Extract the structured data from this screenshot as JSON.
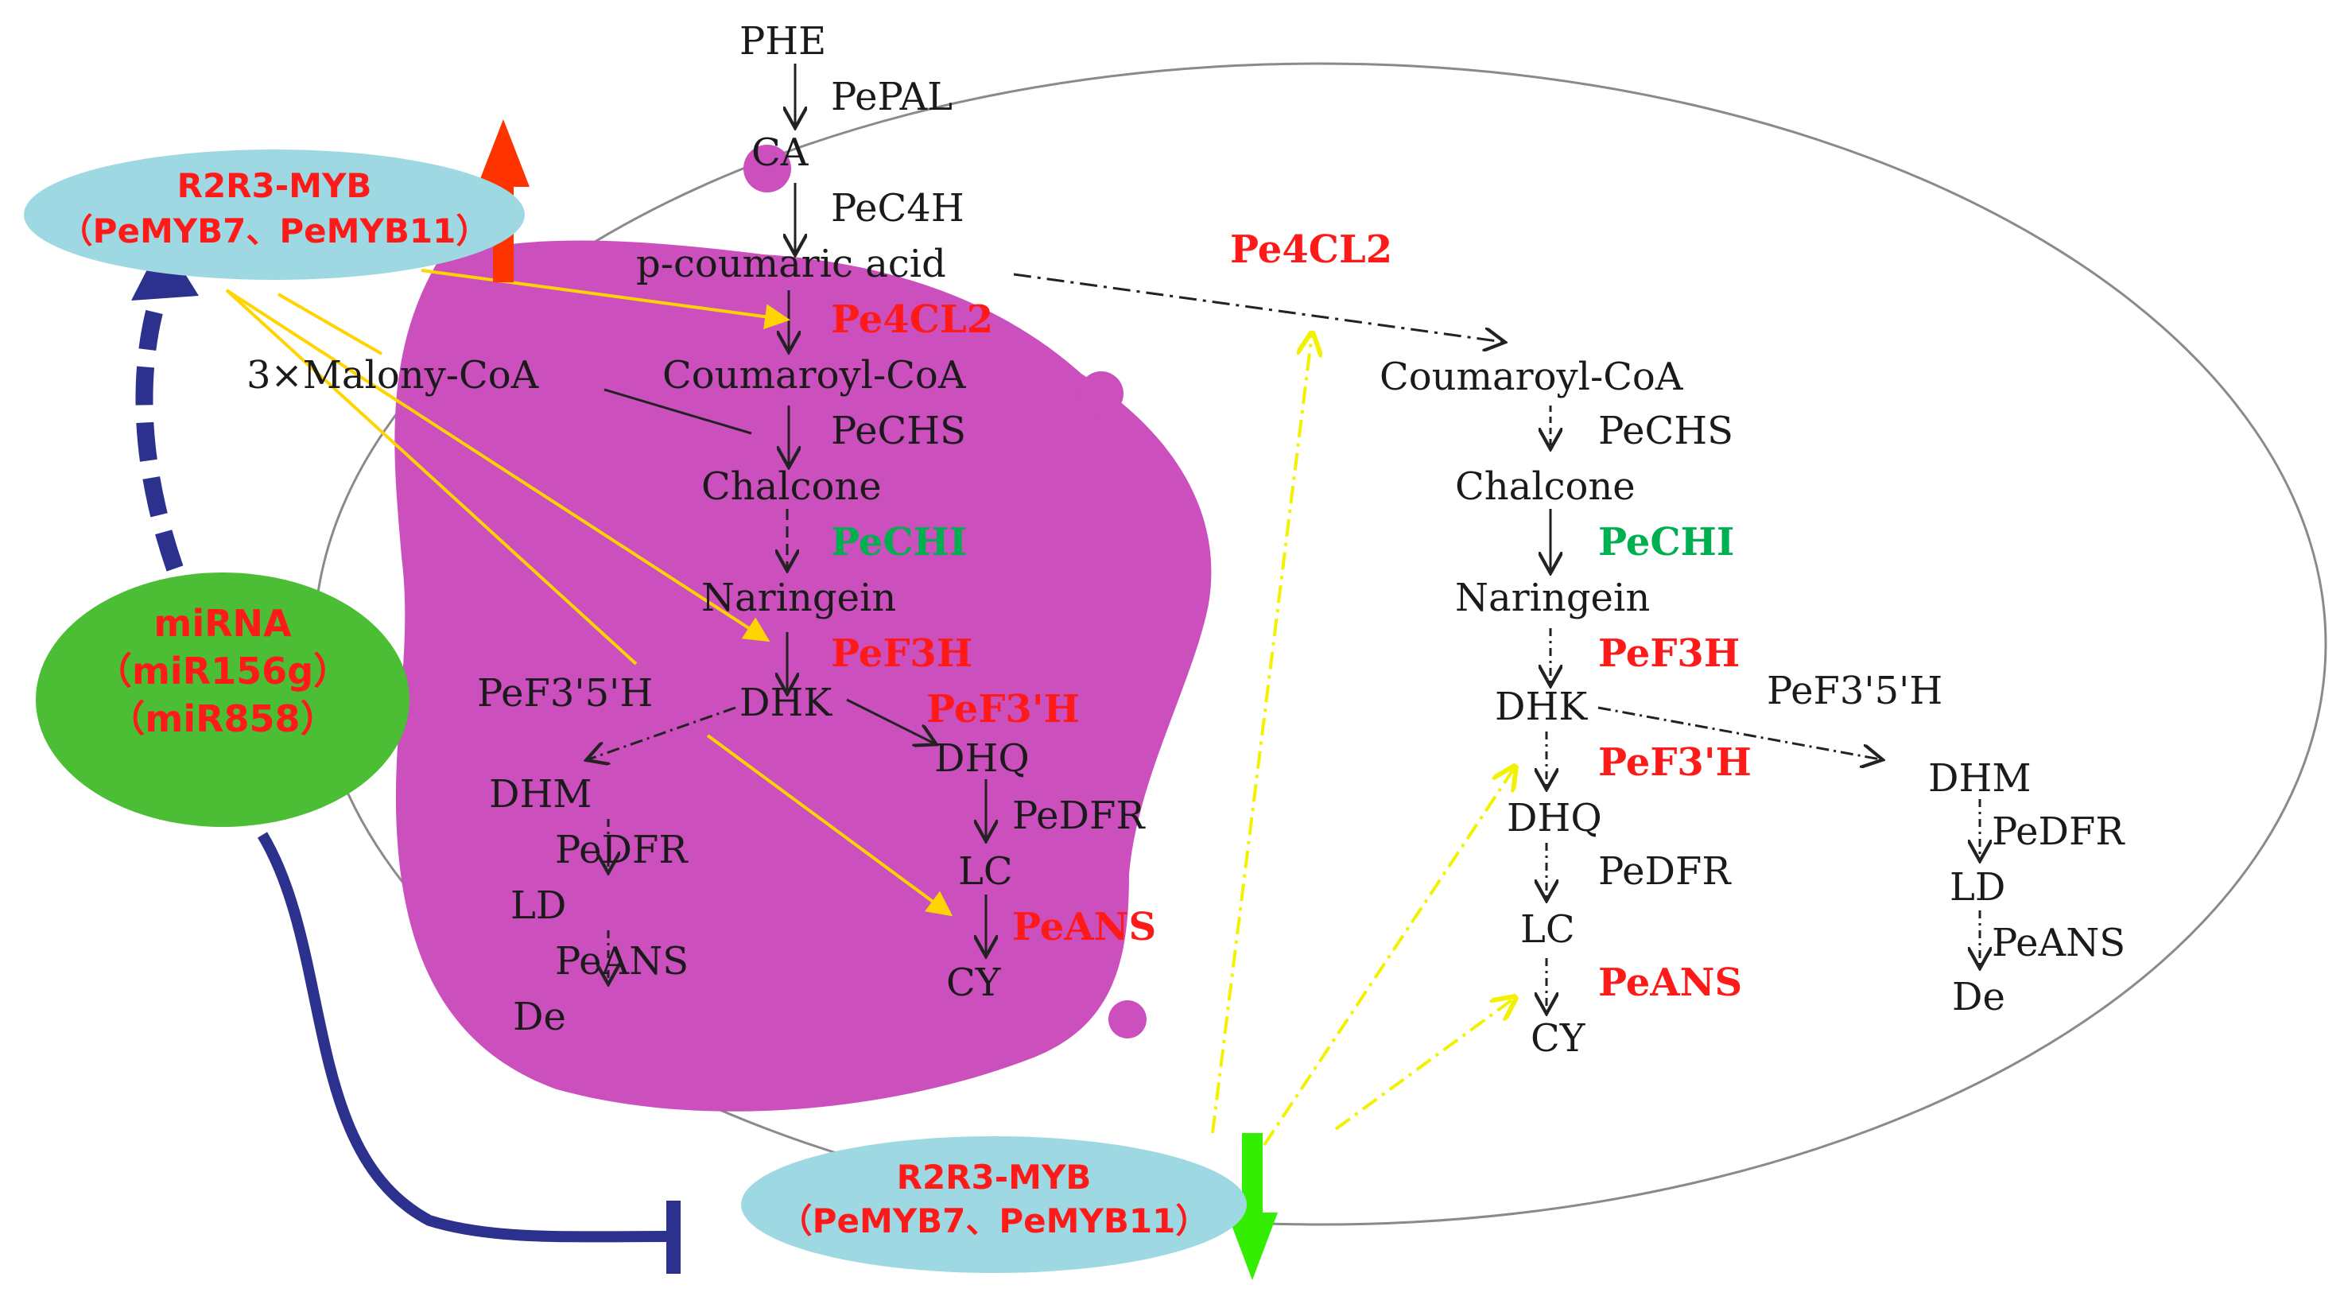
{
  "colors": {
    "cell_blob": "#cc4fbe",
    "myb_node": "#9ed9e3",
    "mirna_node": "#4cbe36",
    "label_red": "#ff1a1a",
    "label_green": "#00b050",
    "up_arrow": "#ff3300",
    "down_arrow": "#33ee00",
    "regulation_arrow": "#2b318c",
    "activation_arrow": "#ffd400",
    "weak_activation_arrow": "#f2f200"
  },
  "regulators": {
    "myb_top": {
      "title": "R2R3-MYB",
      "genes": "（PeMYB7、PeMYB11）"
    },
    "myb_bottom": {
      "title": "R2R3-MYB",
      "genes": "（PeMYB7、PeMYB11）"
    },
    "mirna": {
      "title": "miRNA",
      "line1": "（miR156g）",
      "line2": "（miR858）"
    }
  },
  "left_pathway": {
    "phe": "PHE",
    "pepal": "PePAL",
    "ca": "CA",
    "pec4h": "PeC4H",
    "pcoumaric": "p-coumaric acid",
    "pe4cl2": "Pe4CL2",
    "malonyl": "3×Malony-CoA",
    "coumaroyl": "Coumaroyl-CoA",
    "pechs": "PeCHS",
    "chalcone": "Chalcone",
    "pechi": "PeCHI",
    "naringein": "Naringein",
    "pef3h": "PeF3H",
    "pef35h": "PeF3'5'H",
    "dhk": "DHK",
    "pef3ph": "PeF3'H",
    "dhm": "DHM",
    "dhq": "DHQ",
    "pedfr_l": "PeDFR",
    "pedfr_r": "PeDFR",
    "ld": "LD",
    "lc": "LC",
    "peans_l": "PeANS",
    "peans_r": "PeANS",
    "de": "De",
    "cy": "CY"
  },
  "right_pathway": {
    "pe4cl2": "Pe4CL2",
    "coumaroyl": "Coumaroyl-CoA",
    "pechs": "PeCHS",
    "chalcone": "Chalcone",
    "pechi": "PeCHI",
    "naringein": "Naringein",
    "pef3h": "PeF3H",
    "pef35h": "PeF3'5'H",
    "dhk": "DHK",
    "pef3ph": "PeF3'H",
    "dhq": "DHQ",
    "dhm": "DHM",
    "pedfr_l": "PeDFR",
    "pedfr_r": "PeDFR",
    "lc": "LC",
    "ld": "LD",
    "peans_l": "PeANS",
    "peans_r": "PeANS",
    "cy": "CY",
    "de": "De"
  }
}
